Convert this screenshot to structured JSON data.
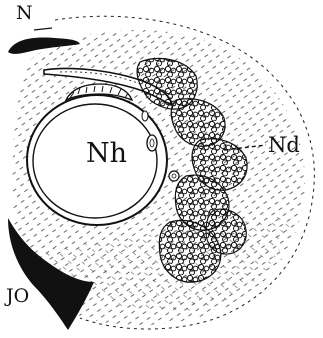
{
  "labels": {
    "n": "N",
    "nh": "Nh",
    "nd": "Nd",
    "jo": "JO"
  }
}
